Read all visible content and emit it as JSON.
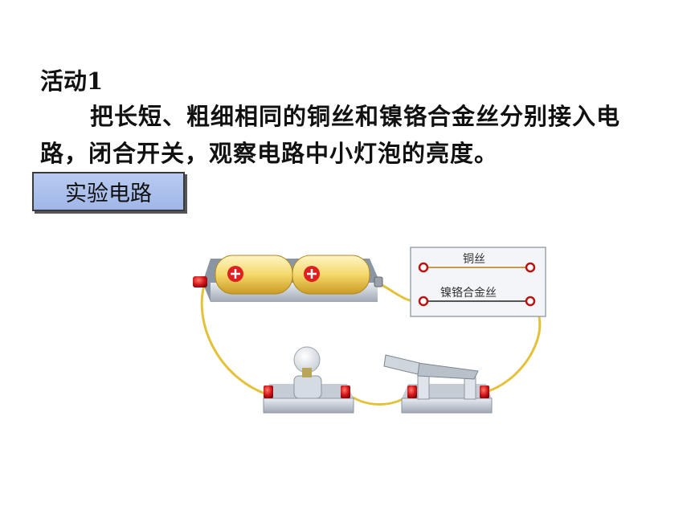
{
  "activity": {
    "title": "活动1",
    "text": "把长短、粗细相同的铜丝和镍铬合金丝分别接入电路，闭合开关，观察电路中小灯泡的亮度。"
  },
  "section_label": "实验电路",
  "diagram": {
    "wire_labels": {
      "copper": "铜丝",
      "nichrome": "镍铬合金丝"
    }
  }
}
